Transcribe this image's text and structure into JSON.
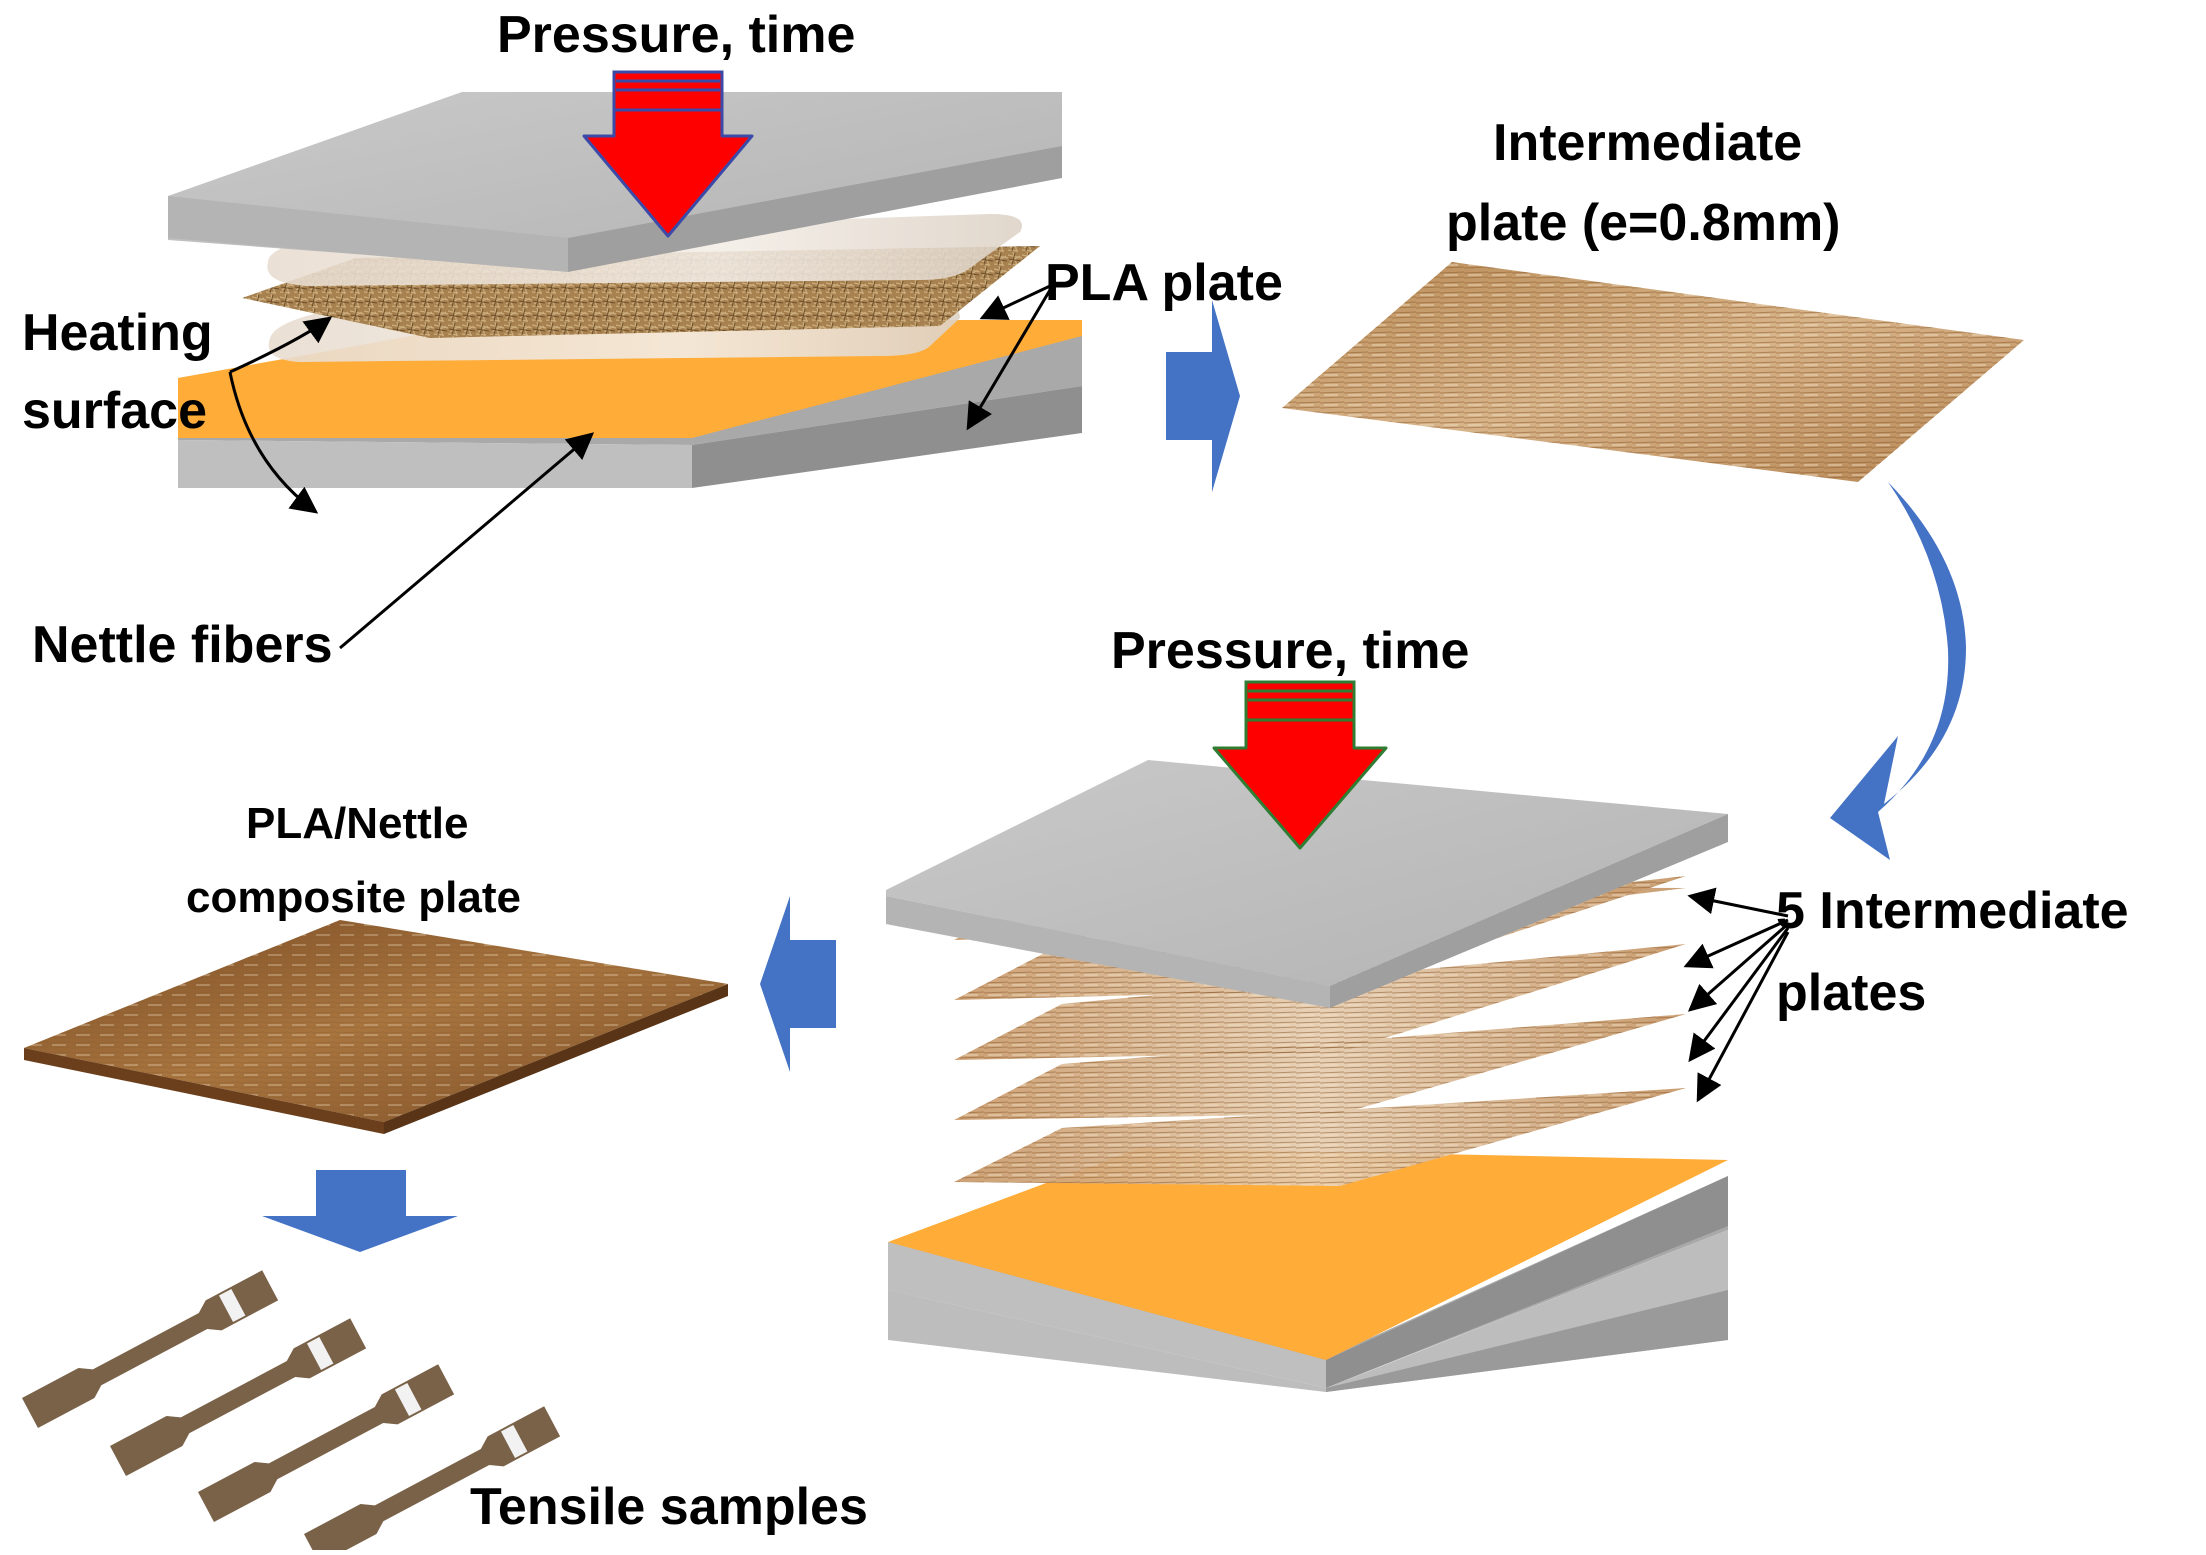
{
  "labels": {
    "pressure_time_top": "Pressure, time",
    "pla_plate": "PLA plate",
    "heating_surface_line1": "Heating",
    "heating_surface_line2": "surface",
    "nettle_fibers": "Nettle fibers",
    "intermediate_plate_line1": "Intermediate",
    "intermediate_plate_line2": "plate (e=0.8mm)",
    "pressure_time_bottom": "Pressure, time",
    "five_plates_line1": "5 Intermediate",
    "five_plates_line2": "plates",
    "composite_line1": "PLA/Nettle",
    "composite_line2": "composite plate",
    "tensile_samples": "Tensile samples"
  },
  "colors": {
    "press_top_face": "#bdbdbd",
    "press_side": "#a6a6a6",
    "heating_face": "#ffac38",
    "press_arrow_fill": "#ff0000",
    "press_arrow_outline_top": "#3b4aa8",
    "press_arrow_outline_bottom": "#2e7d32",
    "flow_arrow": "#4472c4",
    "pla_film": "#e9e1d9",
    "fiber_mat": "#a7814f",
    "intermediate_plate": "#c49a6c",
    "composite_plate": "#8f5f32",
    "tensile_sample": "#7a6249"
  },
  "icons": [
    "pressure-arrow-icon",
    "process-flow-arrow-icon",
    "curved-flow-arrow-icon",
    "pointer-arrow-icon"
  ]
}
